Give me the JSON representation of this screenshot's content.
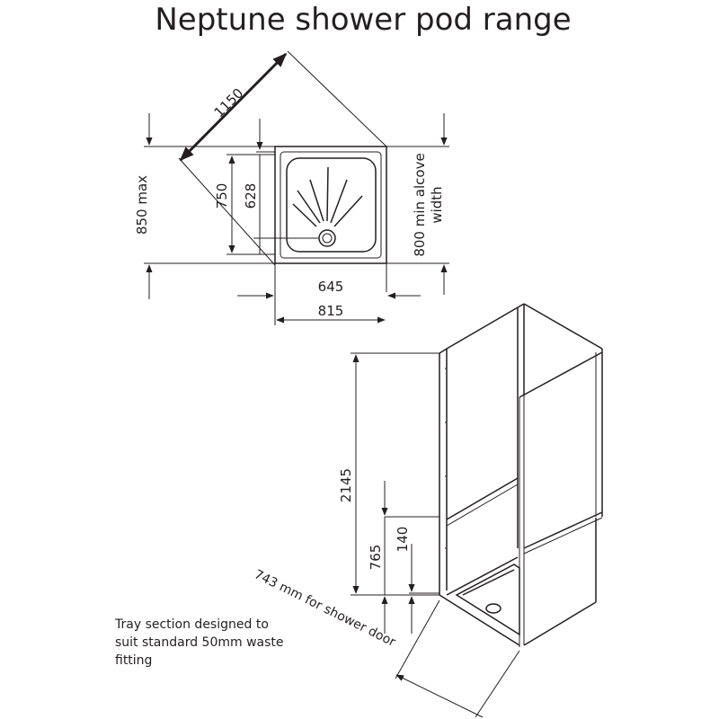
{
  "title": "Neptune shower pod range",
  "plan_view": {
    "diagonal_label": "1150",
    "depth_max_label": "850 max",
    "inner_height_label": "750",
    "tray_depth_label": "628",
    "alcove_label_line1": "800 min alcove",
    "alcove_label_line2": "width",
    "tray_width_label": "645",
    "overall_width_label": "815"
  },
  "elevation_view": {
    "height_label": "2145",
    "tray_height_label": "765",
    "step_label": "140",
    "door_label": "743 mm for shower door"
  },
  "note": {
    "line1": "Tray section designed to",
    "line2": "suit standard 50mm waste",
    "line3": "fitting"
  },
  "colors": {
    "ink": "#231f20",
    "background": "#ffffff"
  }
}
